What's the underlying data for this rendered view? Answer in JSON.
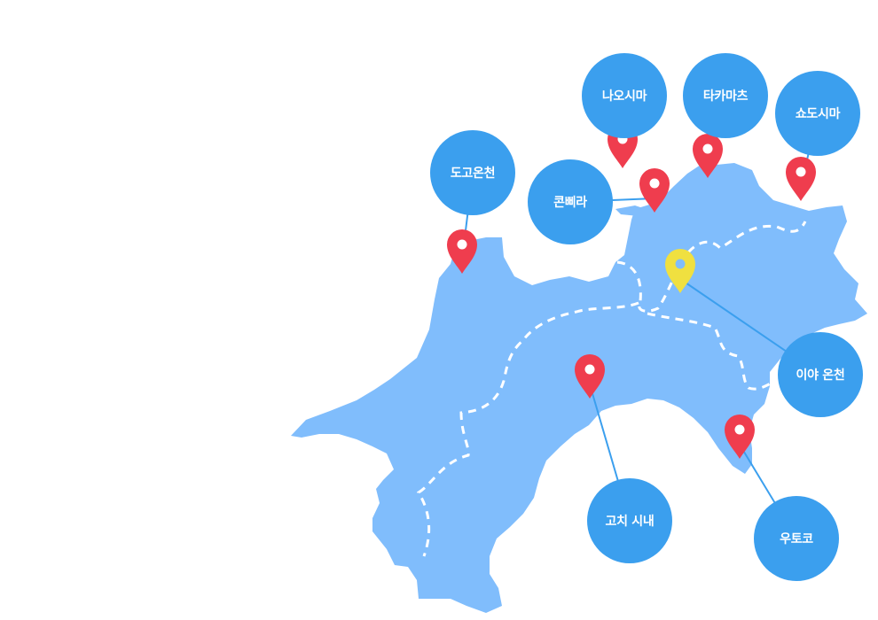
{
  "colors": {
    "land": "#80bdfc",
    "bubble": "#3b9fee",
    "marker": "#ef3d4e",
    "marker_highlight": "#f0e040",
    "route": "#ffffff",
    "connector": "#3b9fee"
  },
  "icons": {
    "marker": "map-pin-icon"
  },
  "locations": [
    {
      "id": "naoshima",
      "label": "나오시마",
      "highlight": false
    },
    {
      "id": "takamatsu",
      "label": "타카마츠",
      "highlight": false
    },
    {
      "id": "shodoshima",
      "label": "쇼도시마",
      "highlight": false
    },
    {
      "id": "dogo-onsen",
      "label": "도고온천",
      "highlight": false
    },
    {
      "id": "konpira",
      "label": "콘삐라",
      "highlight": false
    },
    {
      "id": "iya-onsen",
      "label": "이야 온천",
      "highlight": true
    },
    {
      "id": "kochi-city",
      "label": "고치 시내",
      "highlight": false
    },
    {
      "id": "utoko",
      "label": "우토코",
      "highlight": false
    }
  ]
}
